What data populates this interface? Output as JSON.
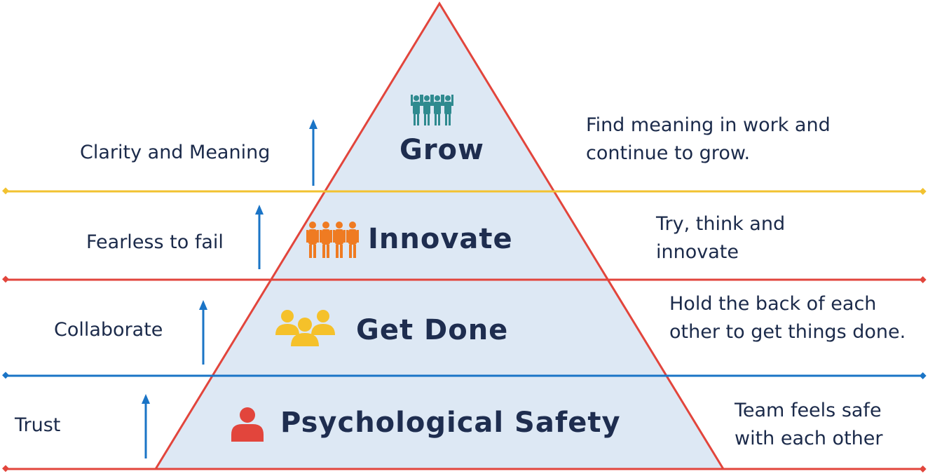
{
  "levels": [
    {
      "title": "Grow",
      "left": "Clarity and Meaning",
      "right_lines": [
        "Find meaning in work and",
        "continue to grow."
      ],
      "icon": "people-cheering-icon",
      "icon_color": "#2f8a8f",
      "line_color": "#f2c230"
    },
    {
      "title": "Innovate",
      "left": "Fearless to fail",
      "right_lines": [
        "Try, think and",
        "innovate"
      ],
      "icon": "people-group-icon",
      "icon_color": "#ef7b22",
      "line_color": "#e2453c"
    },
    {
      "title": "Get Done",
      "left": "Collaborate",
      "right_lines": [
        "Hold the back of each",
        "other to get things done."
      ],
      "icon": "team-icon",
      "icon_color": "#f5c12a",
      "line_color": "#1a74c6"
    },
    {
      "title": "Psychological Safety",
      "left": "Trust",
      "right_lines": [
        "Team feels safe",
        "with each other"
      ],
      "icon": "person-icon",
      "icon_color": "#e2453c",
      "line_color": "#e2453c"
    }
  ],
  "colors": {
    "pyramid_fill": "#dde8f4",
    "pyramid_outline": "#e2453c",
    "arrow": "#1a74c6",
    "text": "#1b2a4a"
  }
}
